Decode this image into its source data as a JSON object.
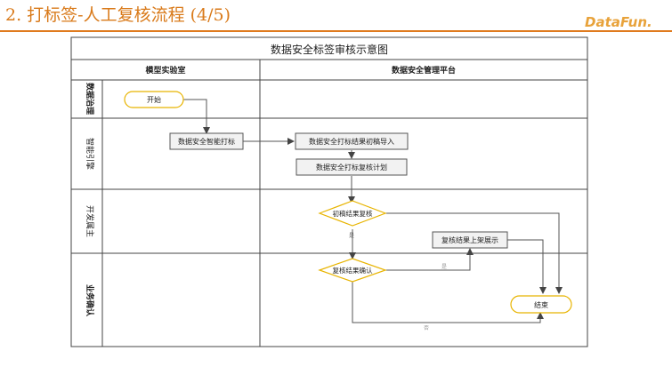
{
  "slide": {
    "title": "2. 打标签-人工复核流程 (4/5)",
    "logo": "DataFun."
  },
  "diagram": {
    "title": "数据安全标签审核示意图",
    "columns": [
      "模型实验室",
      "数据安全管理平台"
    ],
    "lanes": [
      "数据治理",
      "智能引擎",
      "开发属主",
      "业务确认"
    ],
    "nodes": {
      "start": "开始",
      "smart_tag": "数据安全智能打标",
      "import_draft": "数据安全打标结果初稿导入",
      "review_plan": "数据安全打标复核计划",
      "draft_review": "初稿结果复核",
      "publish": "复核结果上架展示",
      "confirm": "复核结果确认",
      "end": "结束"
    },
    "edge_labels": {
      "yes_down": "是",
      "yes_right": "是",
      "no_bottom": "否"
    }
  },
  "colors": {
    "accent": "#e07b1e",
    "decision_border": "#e8b400",
    "terminal_border": "#e8b400",
    "line": "#555555"
  }
}
